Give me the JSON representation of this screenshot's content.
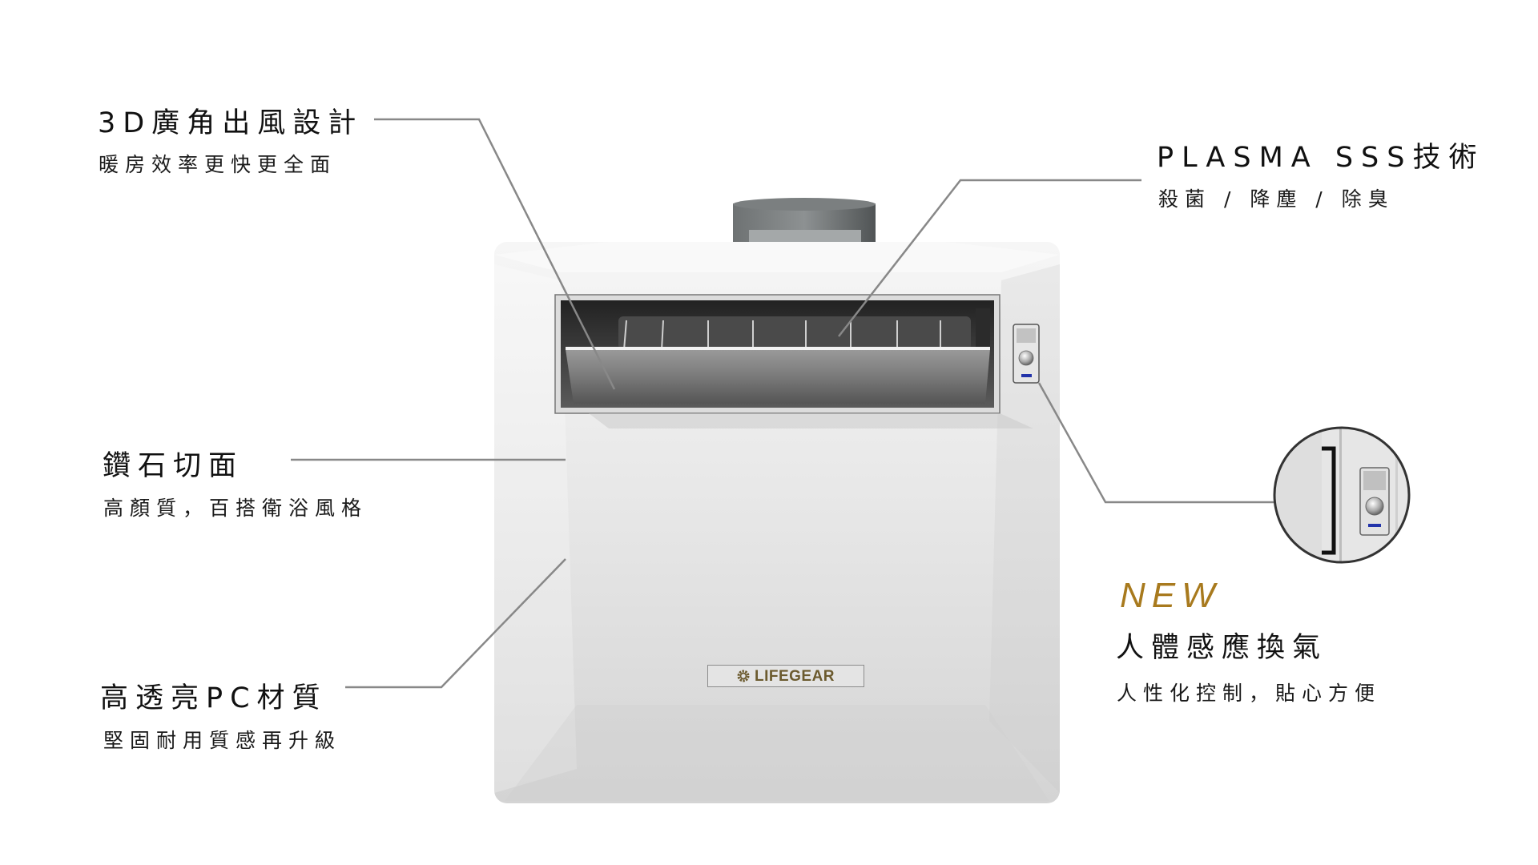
{
  "colors": {
    "background": "#ffffff",
    "callout_line": "#888888",
    "accent_new": "#a87a1e",
    "logo": "#6b5a2e",
    "body_top": "#f4f4f4",
    "body_bottom": "#d6d6d6",
    "indicator": "#2233aa"
  },
  "product": {
    "brand_logo": "LIFEGEAR",
    "logo_icon": "gear-icon"
  },
  "features": {
    "wide_angle": {
      "title": "3D廣角出風設計",
      "subtitle": "暖房效率更快更全面"
    },
    "diamond_cut": {
      "title": "鑽石切面",
      "subtitle": "高顏質，百搭衛浴風格"
    },
    "pc_material": {
      "title": "高透亮PC材質",
      "subtitle": "堅固耐用質感再升級"
    },
    "plasma": {
      "title": "PLASMA SSS技術",
      "subtitle": "殺菌 / 降塵 / 除臭"
    },
    "motion_sensor": {
      "tag": "NEW",
      "title": "人體感應換氣",
      "subtitle": "人性化控制，貼心方便"
    }
  }
}
